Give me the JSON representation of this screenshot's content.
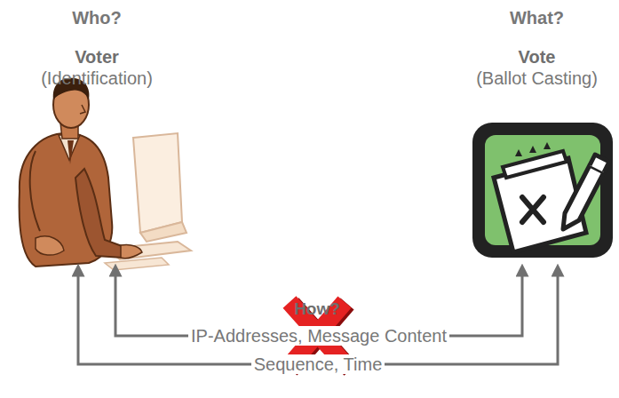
{
  "diagram": {
    "nodes": [
      {
        "text": [
          "Who?",
          "Voter",
          "(Identification)"
        ]
      },
      {
        "text": [
          "What?",
          "Vote",
          "(Ballot Casting)"
        ]
      }
    ],
    "edges": [
      {
        "from": 0,
        "to": 1,
        "arrow": "both",
        "label": "IP-Addresses, Message Content"
      },
      {
        "from": 0,
        "to": 1,
        "arrow": "both",
        "label": "Sequence, Time"
      }
    ],
    "labels": [
      "How?"
    ]
  }
}
